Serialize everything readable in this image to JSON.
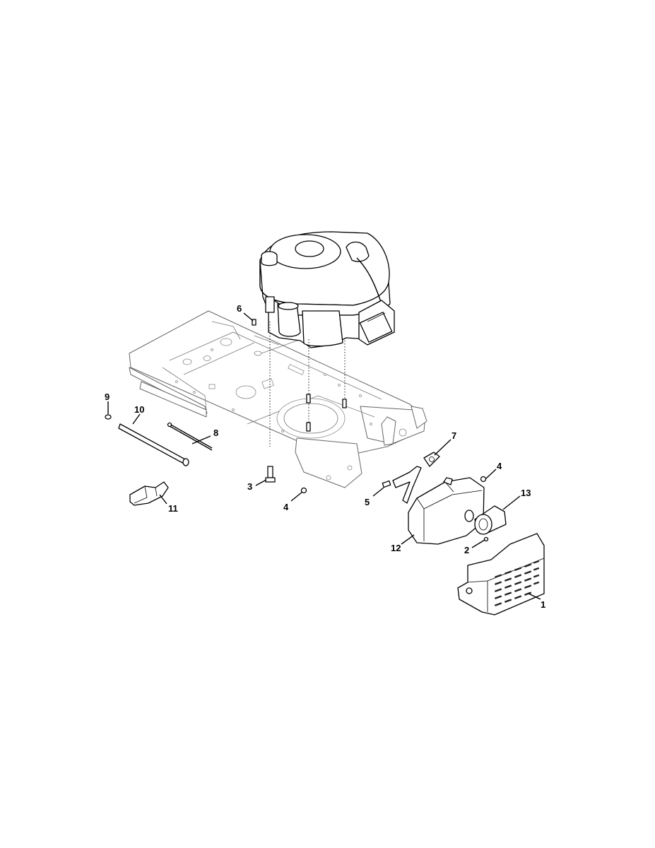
{
  "diagram": {
    "callouts": [
      {
        "id": "callout-1",
        "text": "1"
      },
      {
        "id": "callout-2",
        "text": "2"
      },
      {
        "id": "callout-3",
        "text": "3"
      },
      {
        "id": "callout-4a",
        "text": "4"
      },
      {
        "id": "callout-4b",
        "text": "4"
      },
      {
        "id": "callout-5",
        "text": "5"
      },
      {
        "id": "callout-6",
        "text": "6"
      },
      {
        "id": "callout-7",
        "text": "7"
      },
      {
        "id": "callout-8",
        "text": "8"
      },
      {
        "id": "callout-9",
        "text": "9"
      },
      {
        "id": "callout-10",
        "text": "10"
      },
      {
        "id": "callout-11",
        "text": "11"
      },
      {
        "id": "callout-12",
        "text": "12"
      },
      {
        "id": "callout-13",
        "text": "13"
      }
    ]
  }
}
